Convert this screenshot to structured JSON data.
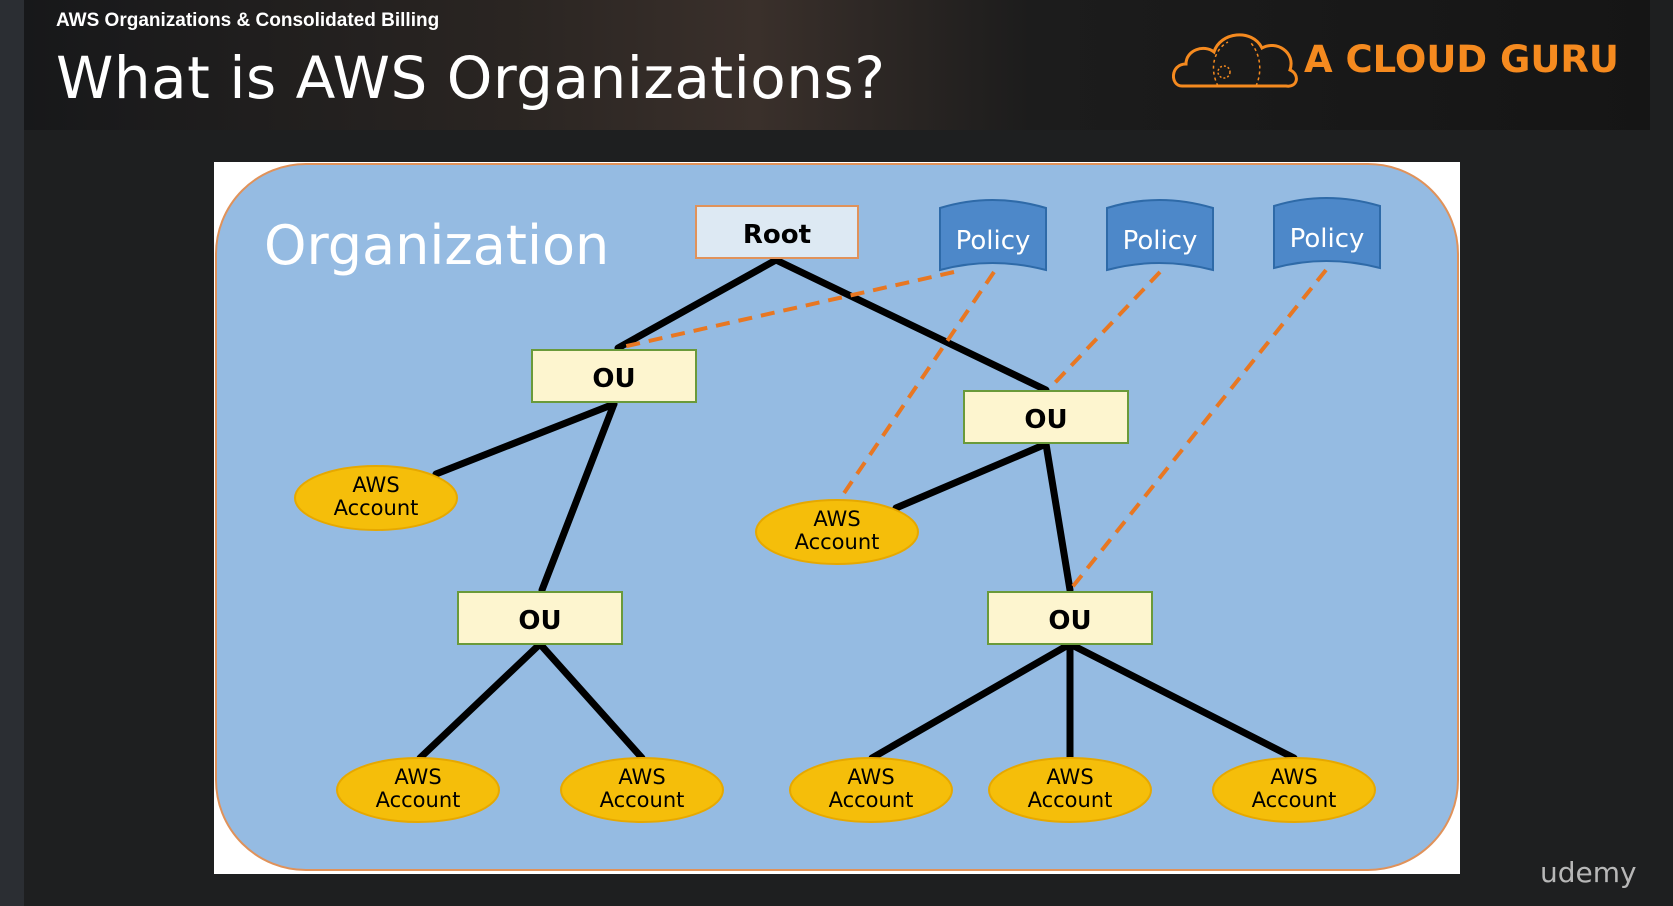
{
  "header": {
    "section_title": "AWS Organizations & Consolidated Billing",
    "slide_title": "What is AWS Organizations?",
    "brand": "A CLOUD GURU"
  },
  "diagram": {
    "container_label": "Organization",
    "root_label": "Root",
    "ou_label": "OU",
    "policy_label": "Policy",
    "account_line1": "AWS",
    "account_line2": "Account"
  },
  "watermark": "udemy",
  "colors": {
    "brand_orange": "#f58a1f",
    "org_fill": "#95bbe2",
    "ou_fill": "#fdf5cf",
    "root_fill": "#dde9f3",
    "policy_fill": "#4d88c9",
    "account_fill": "#f5be0a",
    "policy_link": "#e87722"
  }
}
